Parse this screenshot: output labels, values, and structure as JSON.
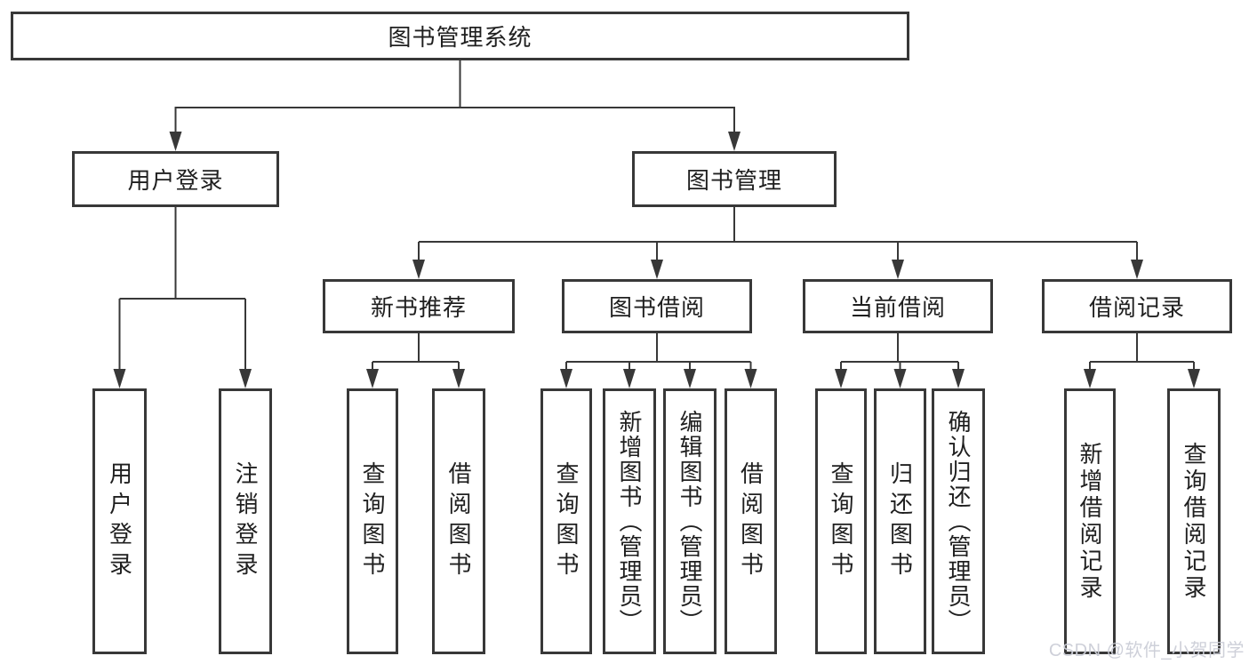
{
  "tree": {
    "label": "图书管理系统",
    "children": [
      {
        "label": "用户登录",
        "children": [
          {
            "label": "用户登录"
          },
          {
            "label": "注销登录"
          }
        ]
      },
      {
        "label": "图书管理",
        "children": [
          {
            "label": "新书推荐",
            "children": [
              {
                "label": "查询图书"
              },
              {
                "label": "借阅图书"
              }
            ]
          },
          {
            "label": "图书借阅",
            "children": [
              {
                "label": "查询图书"
              },
              {
                "label": "新增图书（管理员）"
              },
              {
                "label": "编辑图书（管理员）"
              },
              {
                "label": "借阅图书"
              }
            ]
          },
          {
            "label": "当前借阅",
            "children": [
              {
                "label": "查询图书"
              },
              {
                "label": "归还图书"
              },
              {
                "label": "确认归还（管理员）"
              }
            ]
          },
          {
            "label": "借阅记录",
            "children": [
              {
                "label": "新增借阅记录"
              },
              {
                "label": "查询借阅记录"
              }
            ]
          }
        ]
      }
    ]
  },
  "watermark": {
    "text": "CSDN @软件_小贺同学"
  },
  "colors": {
    "line": "#383838",
    "box_border": "#383838",
    "text": "#1f1f1f",
    "watermark": "#cbced7",
    "background": "#ffffff"
  }
}
